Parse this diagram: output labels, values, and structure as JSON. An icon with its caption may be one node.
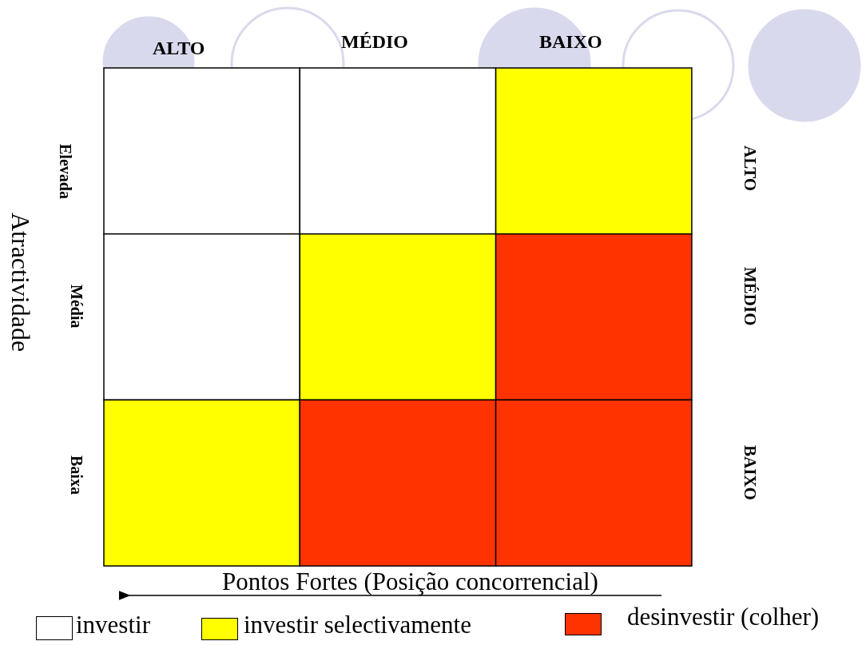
{
  "diagram": {
    "labels": [
      "ALTO",
      "MÉDIO",
      "BAIXO",
      "Atractividade",
      "Elevada",
      "ALTO",
      "Média",
      "MÉDIO",
      "Baixa",
      "BAIXO",
      "Pontos Fortes (Posição concorrencial)"
    ],
    "legend": [
      {
        "text": "investir",
        "color": "#ffffff"
      },
      {
        "text": "investir selectivamente",
        "color": "#ffff00"
      },
      {
        "text": "desinvestir (colher)",
        "color": "#ff3300"
      }
    ]
  }
}
